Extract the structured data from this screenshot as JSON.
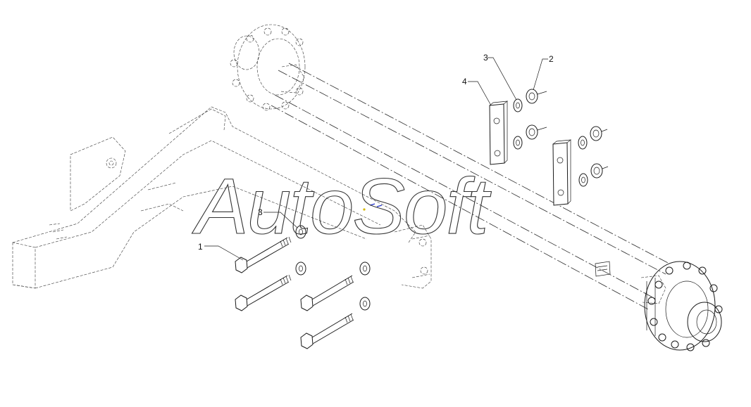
{
  "diagram": {
    "callouts": [
      {
        "id": "c-1",
        "text": "1"
      },
      {
        "id": "c-2",
        "text": "2"
      },
      {
        "id": "c-3a",
        "text": "3"
      },
      {
        "id": "c-3b",
        "text": "3"
      },
      {
        "id": "c-4",
        "text": "4"
      }
    ],
    "watermark": "AutoSoft"
  }
}
